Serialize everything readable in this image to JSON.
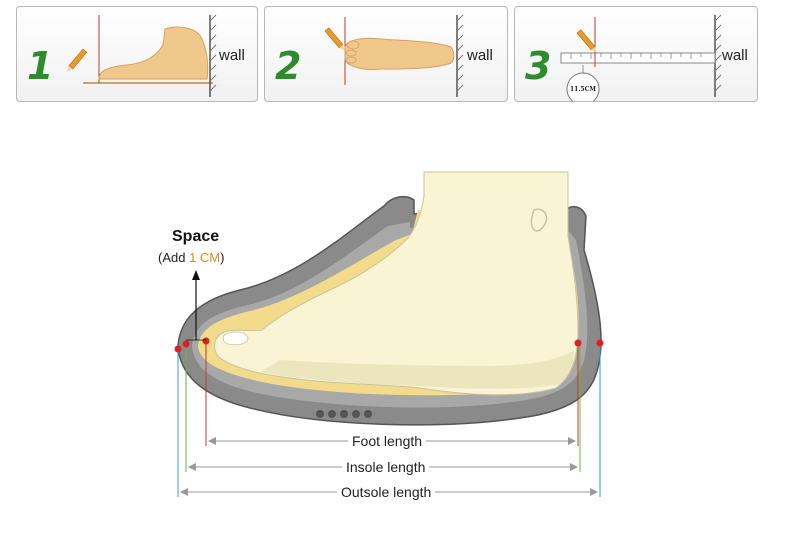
{
  "steps": [
    {
      "number": "1",
      "wall_label": "wall"
    },
    {
      "number": "2",
      "wall_label": "wall"
    },
    {
      "number": "3",
      "wall_label": "wall",
      "measurement": "11.5CM"
    }
  ],
  "diagram": {
    "space_title": "Space",
    "space_add_prefix": "(Add ",
    "space_add_value": "1 CM",
    "space_add_suffix": ")",
    "foot_length": "Foot length",
    "insole_length": "Insole length",
    "outsole_length": "Outsole length"
  },
  "colors": {
    "step_number": "#2e8b2e",
    "accent": "#e08a1e",
    "foot_skin": "#f0c88c",
    "foot_cream": "#f8f4d4",
    "insole": "#f2dc8c",
    "sole_gray": "#8a8a8a",
    "foot_line": "#c0392b",
    "insole_line": "#6db33f",
    "outsole_line": "#3a9fc8"
  }
}
